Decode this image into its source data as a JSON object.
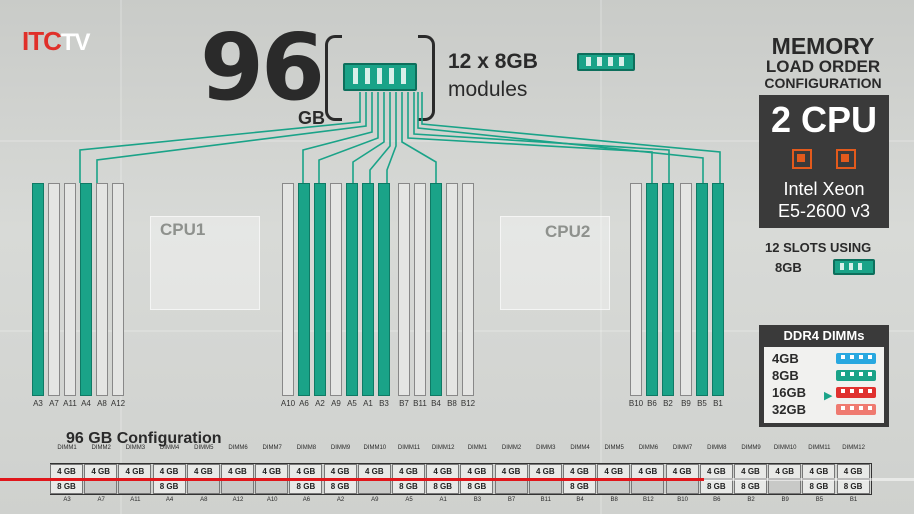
{
  "brand": {
    "logo_it": "IT",
    "logo_tv": "TV"
  },
  "hero": {
    "capacity": "96",
    "unit": "GB",
    "module_count": "12 x 8GB",
    "module_label": "modules"
  },
  "board": {
    "cpu1": "CPU1",
    "cpu2": "CPU2"
  },
  "slots": [
    {
      "label": "A3",
      "filled": true
    },
    {
      "label": "A7",
      "filled": false
    },
    {
      "label": "A11",
      "filled": false
    },
    {
      "label": "A4",
      "filled": true
    },
    {
      "label": "A8",
      "filled": false
    },
    {
      "label": "A12",
      "filled": false
    },
    {
      "label": "A10",
      "filled": false
    },
    {
      "label": "A6",
      "filled": true
    },
    {
      "label": "A2",
      "filled": true
    },
    {
      "label": "A9",
      "filled": false
    },
    {
      "label": "A5",
      "filled": true
    },
    {
      "label": "A1",
      "filled": true
    },
    {
      "label": "B3",
      "filled": true
    },
    {
      "label": "B7",
      "filled": false
    },
    {
      "label": "B11",
      "filled": false
    },
    {
      "label": "B4",
      "filled": true
    },
    {
      "label": "B8",
      "filled": false
    },
    {
      "label": "B12",
      "filled": false
    },
    {
      "label": "B10",
      "filled": false
    },
    {
      "label": "B6",
      "filled": true
    },
    {
      "label": "B2",
      "filled": true
    },
    {
      "label": "B9",
      "filled": false
    },
    {
      "label": "B5",
      "filled": true
    },
    {
      "label": "B1",
      "filled": true
    }
  ],
  "panel": {
    "title_line1": "MEMORY",
    "title_line2": "LOAD ORDER",
    "title_line3": "CONFIGURATION",
    "cpu_count": "2 CPU",
    "cpu_name_line1": "Intel Xeon",
    "cpu_name_line2": "E5-2600 v3",
    "slots_using": "12 SLOTS USING",
    "slots_size": "8GB"
  },
  "ddr": {
    "title": "DDR4 DIMMs",
    "rows": [
      {
        "size": "4GB",
        "color": "#29a8e0"
      },
      {
        "size": "8GB",
        "color": "#1aa388"
      },
      {
        "size": "16GB",
        "color": "#e0312f"
      },
      {
        "size": "32GB",
        "color": "#ef7a70"
      }
    ]
  },
  "config": {
    "title": "96 GB Configuration",
    "columns": [
      {
        "dimm": "DIMM1",
        "row1": "4 GB",
        "row2": "8 GB",
        "slot": "A3"
      },
      {
        "dimm": "DIMM2",
        "row1": "4 GB",
        "row2": "",
        "slot": "A7"
      },
      {
        "dimm": "DIMM3",
        "row1": "4 GB",
        "row2": "",
        "slot": "A11"
      },
      {
        "dimm": "DIMM4",
        "row1": "4 GB",
        "row2": "8 GB",
        "slot": "A4"
      },
      {
        "dimm": "DIMM5",
        "row1": "4 GB",
        "row2": "",
        "slot": "A8"
      },
      {
        "dimm": "DIMM6",
        "row1": "4 GB",
        "row2": "",
        "slot": "A12"
      },
      {
        "dimm": "DIMM7",
        "row1": "4 GB",
        "row2": "",
        "slot": "A10"
      },
      {
        "dimm": "DIMM8",
        "row1": "4 GB",
        "row2": "8 GB",
        "slot": "A6"
      },
      {
        "dimm": "DIMM9",
        "row1": "4 GB",
        "row2": "8 GB",
        "slot": "A2"
      },
      {
        "dimm": "DIMM10",
        "row1": "4 GB",
        "row2": "",
        "slot": "A9"
      },
      {
        "dimm": "DIMM11",
        "row1": "4 GB",
        "row2": "8 GB",
        "slot": "A5"
      },
      {
        "dimm": "DIMM12",
        "row1": "4 GB",
        "row2": "8 GB",
        "slot": "A1"
      },
      {
        "dimm": "DIMM1",
        "row1": "4 GB",
        "row2": "8 GB",
        "slot": "B3"
      },
      {
        "dimm": "DIMM2",
        "row1": "4 GB",
        "row2": "",
        "slot": "B7"
      },
      {
        "dimm": "DIMM3",
        "row1": "4 GB",
        "row2": "",
        "slot": "B11"
      },
      {
        "dimm": "DIMM4",
        "row1": "4 GB",
        "row2": "8 GB",
        "slot": "B4"
      },
      {
        "dimm": "DIMM5",
        "row1": "4 GB",
        "row2": "",
        "slot": "B8"
      },
      {
        "dimm": "DIMM6",
        "row1": "4 GB",
        "row2": "",
        "slot": "B12"
      },
      {
        "dimm": "DIMM7",
        "row1": "4 GB",
        "row2": "",
        "slot": "B10"
      },
      {
        "dimm": "DIMM8",
        "row1": "4 GB",
        "row2": "8 GB",
        "slot": "B6"
      },
      {
        "dimm": "DIMM9",
        "row1": "4 GB",
        "row2": "8 GB",
        "slot": "B2"
      },
      {
        "dimm": "DIMM10",
        "row1": "4 GB",
        "row2": "",
        "slot": "B9"
      },
      {
        "dimm": "DIMM11",
        "row1": "4 GB",
        "row2": "8 GB",
        "slot": "B5"
      },
      {
        "dimm": "DIMM12",
        "row1": "4 GB",
        "row2": "8 GB",
        "slot": "B1"
      }
    ]
  },
  "player": {
    "progress": 0.77
  },
  "colors": {
    "filled_slot": "#1aa388",
    "accent_red": "#e0161b",
    "panel_dark": "#3a3a3a"
  }
}
